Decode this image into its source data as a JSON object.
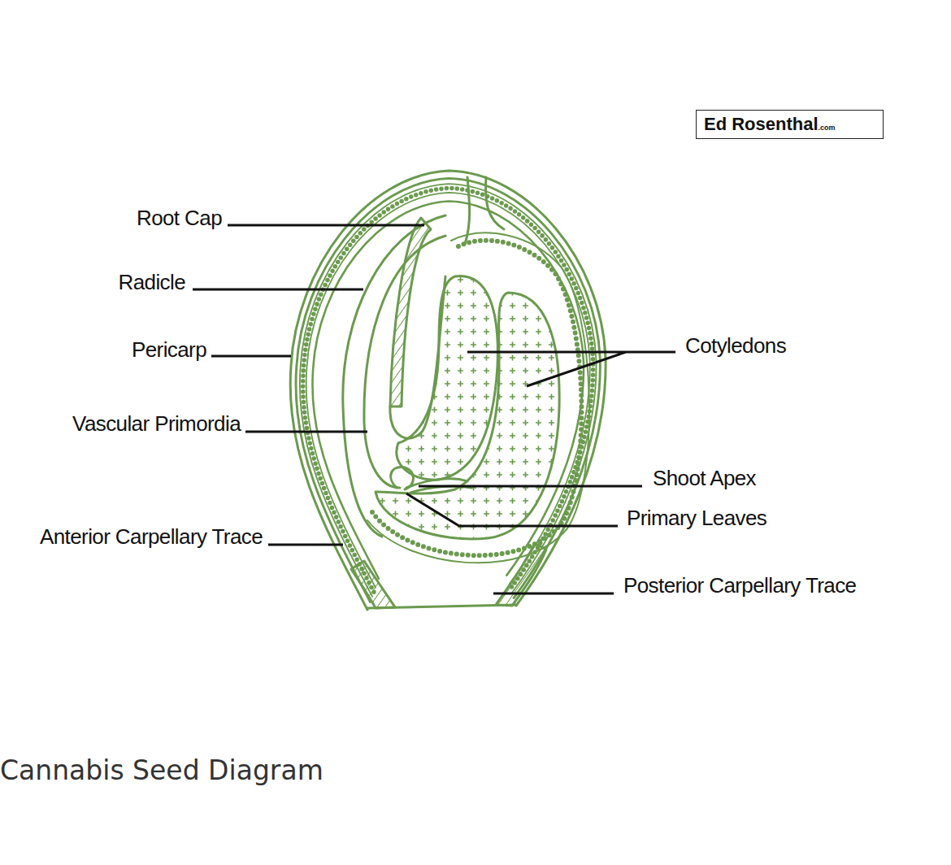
{
  "diagram": {
    "caption": "Cannabis Seed Diagram",
    "nodes": [
      {
        "text": [
          "Ed Rosenthal",
          ".com"
        ]
      }
    ],
    "labels": [
      "Root Cap",
      "Radicle",
      "Pericarp",
      "Vascular Primordia",
      "Anterior Carpellary Trace",
      "Cotyledons",
      "Shoot Apex",
      "Primary Leaves",
      "Posterior Carpellary Trace"
    ]
  }
}
